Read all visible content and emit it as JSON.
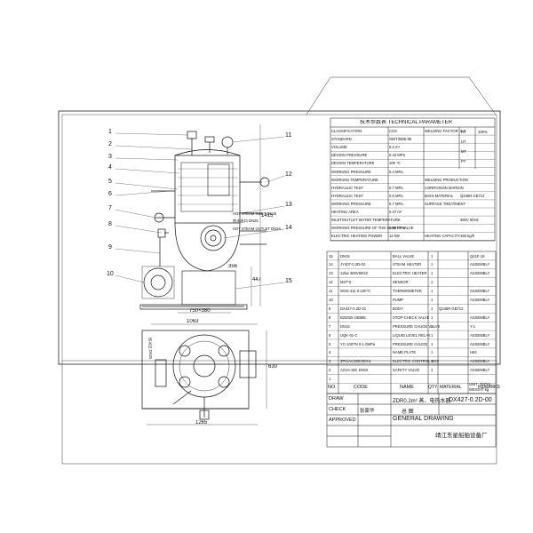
{
  "drawing": {
    "title_block": {
      "draw_label": "DRAW",
      "check_label": "CHECK",
      "approved_label": "APPROVED",
      "product_label": "ZDR0.2m³ 蒸、电热水器",
      "drawing_no": "DX427-0.2D-00",
      "general_label_cn": "总 图",
      "general_label_en": "GENERAL DRAWING",
      "company": "靖江东星船舶设备厂",
      "checker_name": "张家华"
    },
    "parts_header": {
      "no": "NO.",
      "code": "CODE",
      "name": "NAME",
      "qty": "QTY",
      "material": "MATERIAL",
      "unit_weight": "UNIT",
      "total_weight": "TOTAL",
      "weight_note": "WEIGHT kg",
      "remarks": "REMARKS"
    },
    "parts": [
      {
        "no": "15",
        "code": "DN15",
        "name": "BALL VALVE",
        "qty": "1",
        "material": "",
        "remarks": "Q41F-16"
      },
      {
        "no": "14",
        "code": "JY407-0.2D-02",
        "name": "STEAM HEATER",
        "qty": "1",
        "material": "",
        "remarks": "ASSEMBLY"
      },
      {
        "no": "13",
        "code": "12kw 380V50HZ",
        "name": "ELECTRIC HEATER",
        "qty": "1",
        "material": "",
        "remarks": "ASSEMBLY"
      },
      {
        "no": "12",
        "code": "M27*2",
        "name": "SENSOR",
        "qty": "1",
        "material": "",
        "remarks": ""
      },
      {
        "no": "11",
        "code": "WSS-411 0-100℃",
        "name": "THERMOMETER",
        "qty": "1",
        "material": "",
        "remarks": "ASSEMBLY"
      },
      {
        "no": "10",
        "code": "",
        "name": "PUMP",
        "qty": "1",
        "material": "",
        "remarks": "ASSEMBLY"
      },
      {
        "no": "9",
        "code": "DX427-0.2D-01",
        "name": "BODY",
        "qty": "1",
        "material": "Q345R GB713",
        "remarks": ""
      },
      {
        "no": "8",
        "code": "B25025 GB585",
        "name": "STOP-CHECK VALVE",
        "qty": "1",
        "material": "",
        "remarks": "ASSEMBLY"
      },
      {
        "no": "7",
        "code": "DN15",
        "name": "PRESSURE GAUGE VALVE",
        "qty": "1",
        "material": "",
        "remarks": "Y-1"
      },
      {
        "no": "6",
        "code": "UQK-01-C",
        "name": "LIQUID LEVEL RELAY",
        "qty": "1",
        "material": "",
        "remarks": "ASSEMBLY"
      },
      {
        "no": "5",
        "code": "YC-100TN 0-1.0MPa",
        "name": "PRESSURE GAUGE",
        "qty": "1",
        "material": "",
        "remarks": "ASSEMBLY"
      },
      {
        "no": "4",
        "code": "",
        "name": "NAME PLATE",
        "qty": "1",
        "material": "",
        "remarks": "H62"
      },
      {
        "no": "3",
        "code": "3PH/AC380V50Hz",
        "name": "ELECTRIC CONTROL BOX",
        "qty": "1",
        "material": "",
        "remarks": "ASSEMBLY"
      },
      {
        "no": "2",
        "code": "A21H-16C DN15",
        "name": "SAFETY VALVE",
        "qty": "1",
        "material": "",
        "remarks": "ASSEMBLY"
      },
      {
        "no": "1",
        "code": "",
        "name": "",
        "qty": "",
        "material": "",
        "remarks": ""
      }
    ],
    "technical": {
      "title": "技术参数表 TECHNICAL PARAMETER",
      "rows": [
        {
          "label": "CLASSIFICATION",
          "value": "CCS",
          "label2": "WELDING FACTOR",
          "value2": "0.8"
        },
        {
          "label": "STANDARD",
          "value": "GB/T3685-95",
          "label2": "",
          "value2": ""
        },
        {
          "label": "VOLUME",
          "value": "0.2 m³",
          "label2": "",
          "value2": ""
        },
        {
          "label": "DESIGN PRESSURE",
          "value": "0.44 MPa",
          "label2": "",
          "value2": ""
        },
        {
          "label": "DESIGN TEMPERATURE",
          "value": "100 ℃",
          "label2": "",
          "value2": ""
        },
        {
          "label": "WORKING PRESSURE",
          "value": "0.4 MPa",
          "label2": "",
          "value2": ""
        },
        {
          "label": "WORKING TEMPERATURE",
          "value": "",
          "label2": "WELDING PRODUCTION",
          "value2": ""
        },
        {
          "label": "HYDRAULIC TEST",
          "value": "0.7 MPa",
          "label2": "CORROSION MARGIN",
          "value2": ""
        },
        {
          "label": "HYDRAULIC TEST",
          "value": "0.5 MPa",
          "label2": "MAIN MATERIAL",
          "value2": "Q345R GB713"
        },
        {
          "label": "WORKING PRESSURE",
          "value": "0.7 MPa",
          "label2": "SURFACE TREATMENT",
          "value2": ""
        },
        {
          "label": "HEATING AREA",
          "value": "0.47 m²",
          "label2": "",
          "value2": ""
        },
        {
          "label": "INLET/OUTLET WATER TEMPERATURE",
          "value": "",
          "label2": "",
          "value2": "380V 50Hz"
        },
        {
          "label": "WORKING PRESSURE OF THE SAFETY VALVE",
          "value": "0.46 MPa",
          "label2": "",
          "value2": ""
        },
        {
          "label": "ELECTRIC HEATING POWER",
          "value": "12 kW",
          "label2": "HEATING CAPACITY",
          "value2": "150 kg/h"
        }
      ],
      "inspection": [
        "RT",
        "UT",
        "MT",
        "PT"
      ],
      "inspection_vals": [
        "100%",
        "",
        "",
        ""
      ]
    },
    "callouts": [
      "1",
      "2",
      "3",
      "4",
      "5",
      "6",
      "7",
      "8",
      "9",
      "10",
      "11",
      "12",
      "13",
      "14",
      "15"
    ],
    "dimensions": {
      "d1": "750×380",
      "d2": "1063",
      "d3": "1265",
      "d4": "1415",
      "d5": "447",
      "d6": "630",
      "d7": "356"
    },
    "labels": {
      "hot_steam_inlet": "HOT STEAM INLET DN25",
      "hot_steam_outlet": "HOT STEAM OUTLET DN25",
      "hot_water_outlet": "热水出口 DN25",
      "vertical_label": "进水口 DN25"
    }
  }
}
